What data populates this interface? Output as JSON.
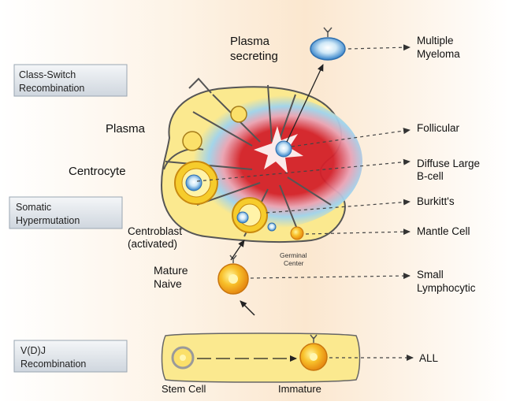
{
  "stage_labels": {
    "class_switch": [
      "Class-Switch",
      "Recombination"
    ],
    "somatic": [
      "Somatic",
      "Hypermutation"
    ],
    "vdj": [
      "V(D)J",
      "Recombination"
    ]
  },
  "cell_labels": {
    "plasma_secreting": [
      "Plasma",
      "secreting"
    ],
    "plasma": "Plasma",
    "centrocyte": "Centrocyte",
    "centroblast": [
      "Centroblast",
      "(activated)"
    ],
    "germinal_center": [
      "Germinal",
      "Center"
    ],
    "mature_naive": [
      "Mature",
      "Naive"
    ],
    "stem_cell": "Stem Cell",
    "immature": "Immature"
  },
  "lymphomas": {
    "multiple_myeloma": [
      "Multiple",
      "Myeloma"
    ],
    "follicular": "Follicular",
    "dlbcl": [
      "Diffuse Large",
      "B-cell"
    ],
    "burkitts": "Burkitt's",
    "mantle": "Mantle Cell",
    "small_lymphocytic": [
      "Small",
      "Lymphocytic"
    ],
    "all": "ALL"
  },
  "colors": {
    "cell_yellow": "#fbe06a",
    "cell_orange": "#f6a81c",
    "germinal_red": "#d3202a",
    "germinal_blue": "#9fd3ee",
    "plasma_blue": "#3f8fd2",
    "stage_box": "#dde3ea"
  }
}
